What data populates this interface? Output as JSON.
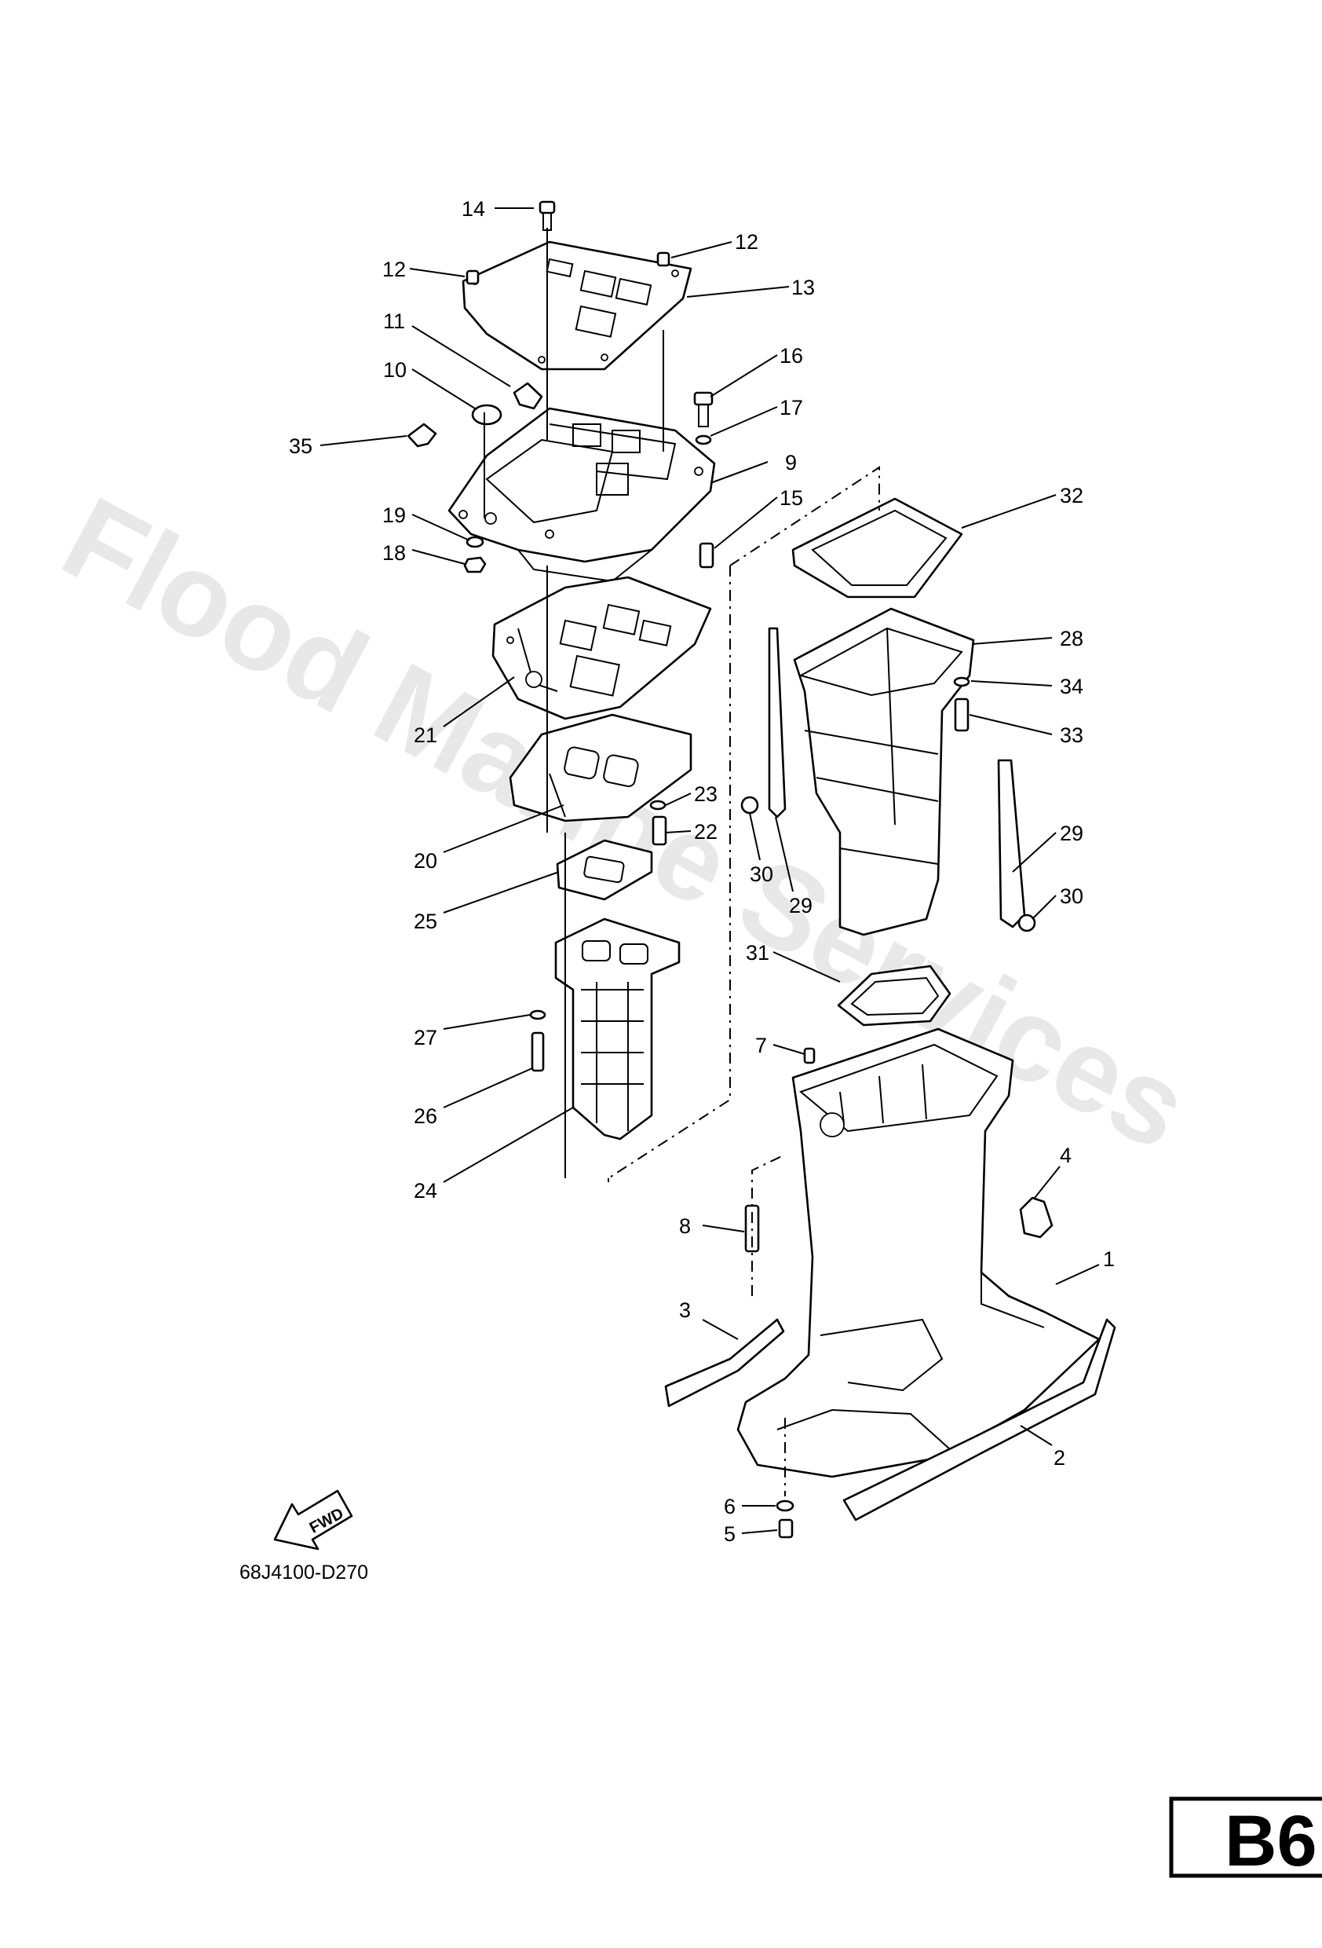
{
  "watermark": "Flood Marine Services",
  "diagram_code": "68J4100-D270",
  "page_tag": "B6",
  "fwd_label": "FWD",
  "callouts": [
    {
      "key": "c14",
      "text": "14"
    },
    {
      "key": "c12a",
      "text": "12"
    },
    {
      "key": "c12b",
      "text": "12"
    },
    {
      "key": "c13",
      "text": "13"
    },
    {
      "key": "c11",
      "text": "11"
    },
    {
      "key": "c10",
      "text": "10"
    },
    {
      "key": "c16",
      "text": "16"
    },
    {
      "key": "c17",
      "text": "17"
    },
    {
      "key": "c35",
      "text": "35"
    },
    {
      "key": "c9",
      "text": "9"
    },
    {
      "key": "c15",
      "text": "15"
    },
    {
      "key": "c32",
      "text": "32"
    },
    {
      "key": "c19",
      "text": "19"
    },
    {
      "key": "c18",
      "text": "18"
    },
    {
      "key": "c28",
      "text": "28"
    },
    {
      "key": "c34",
      "text": "34"
    },
    {
      "key": "c33",
      "text": "33"
    },
    {
      "key": "c21",
      "text": "21"
    },
    {
      "key": "c23",
      "text": "23"
    },
    {
      "key": "c22",
      "text": "22"
    },
    {
      "key": "c29a",
      "text": "29"
    },
    {
      "key": "c20",
      "text": "20"
    },
    {
      "key": "c30a",
      "text": "30"
    },
    {
      "key": "c29b",
      "text": "29"
    },
    {
      "key": "c30b",
      "text": "30"
    },
    {
      "key": "c25",
      "text": "25"
    },
    {
      "key": "c31",
      "text": "31"
    },
    {
      "key": "c7",
      "text": "7"
    },
    {
      "key": "c27",
      "text": "27"
    },
    {
      "key": "c26",
      "text": "26"
    },
    {
      "key": "c24",
      "text": "24"
    },
    {
      "key": "c4",
      "text": "4"
    },
    {
      "key": "c8",
      "text": "8"
    },
    {
      "key": "c1",
      "text": "1"
    },
    {
      "key": "c3",
      "text": "3"
    },
    {
      "key": "c2",
      "text": "2"
    },
    {
      "key": "c6",
      "text": "6"
    },
    {
      "key": "c5",
      "text": "5"
    }
  ]
}
